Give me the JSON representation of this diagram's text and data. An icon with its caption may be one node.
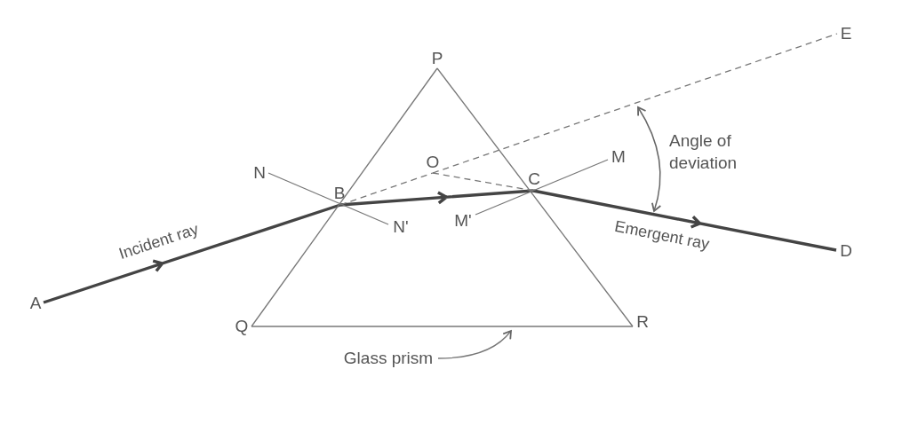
{
  "diagram": {
    "nodes": [
      {
        "text": [
          "P"
        ]
      },
      {
        "text": [
          "N"
        ]
      },
      {
        "text": [
          "B"
        ]
      },
      {
        "text": [
          "O"
        ]
      },
      {
        "text": [
          "C"
        ]
      },
      {
        "text": [
          "M"
        ]
      },
      {
        "text": [
          "E"
        ]
      },
      {
        "text": [
          "A"
        ]
      },
      {
        "text": [
          "N'"
        ]
      },
      {
        "text": [
          "M'"
        ]
      },
      {
        "text": [
          "D"
        ]
      },
      {
        "text": [
          "Q"
        ]
      },
      {
        "text": [
          "R"
        ]
      },
      {
        "text": [
          "Glass prism"
        ]
      }
    ],
    "edges": [
      {
        "from": 7,
        "to": 2,
        "arrow": "to",
        "label": "Incident ray",
        "style": "thick"
      },
      {
        "from": 2,
        "to": 4,
        "arrow": "to",
        "style": "thick"
      },
      {
        "from": 4,
        "to": 10,
        "arrow": "to",
        "label": "Emergent ray",
        "style": "thick"
      },
      {
        "from": 2,
        "to": 3,
        "arrow": "none",
        "style": "dashed"
      },
      {
        "from": 3,
        "to": 6,
        "arrow": "none",
        "style": "dashed"
      },
      {
        "from": 3,
        "to": 4,
        "arrow": "none",
        "style": "dashed"
      },
      {
        "from": 1,
        "to": 8,
        "arrow": "none"
      },
      {
        "from": 5,
        "to": 9,
        "arrow": "none"
      },
      {
        "from": 0,
        "to": 11,
        "arrow": "none"
      },
      {
        "from": 11,
        "to": 12,
        "arrow": "none"
      },
      {
        "from": 12,
        "to": 0,
        "arrow": "none"
      },
      {
        "from": 13,
        "to": null,
        "arrow": "to"
      }
    ],
    "labels": [
      "Angle of deviation"
    ]
  }
}
